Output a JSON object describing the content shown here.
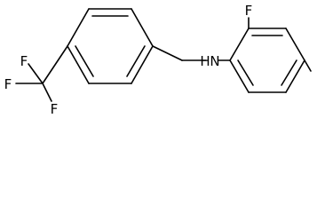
{
  "structure": {
    "atom_labels": {
      "amine": "N",
      "amine_h": "H",
      "ring_fluorine": "F",
      "cf3_fluorine_top": "F",
      "cf3_fluorine_left": "F",
      "cf3_fluorine_bottom": "F"
    }
  }
}
